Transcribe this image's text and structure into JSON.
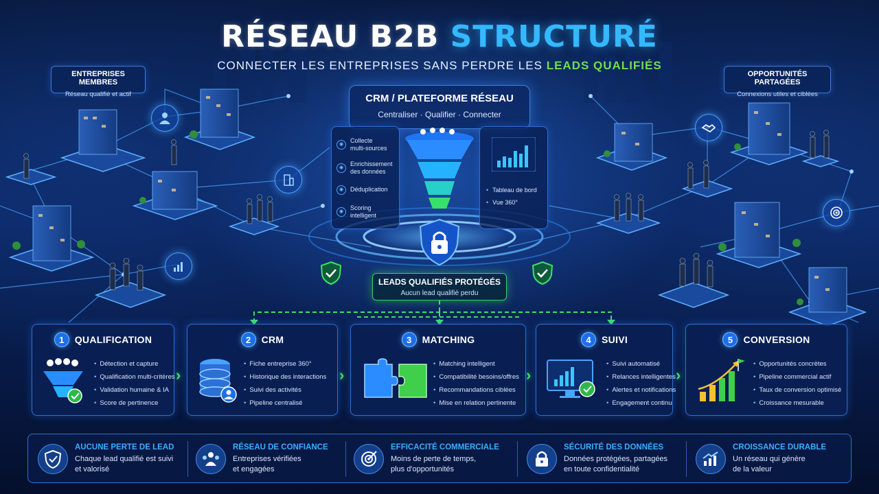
{
  "title": {
    "part1": "RÉSEAU B2B",
    "part2": "STRUCTURÉ"
  },
  "subtitle": {
    "part1": "CONNECTER LES ENTREPRISES SANS PERDRE LES",
    "part2": "LEADS QUALIFIÉS"
  },
  "left_box": {
    "title": "ENTREPRISES MEMBRES",
    "subtitle": "Réseau qualifié et actif"
  },
  "right_box": {
    "title": "OPPORTUNITÉS PARTAGÉES",
    "subtitle": "Connexions utiles et ciblées"
  },
  "crm": {
    "title": "CRM / PLATEFORME RÉSEAU",
    "subtitle": "Centraliser · Qualifier · Connecter",
    "left_features": [
      {
        "line1": "Collecte",
        "line2": "multi-sources"
      },
      {
        "line1": "Enrichissement",
        "line2": "des données"
      },
      {
        "line1": "Déduplication",
        "line2": ""
      },
      {
        "line1": "Scoring",
        "line2": "intelligent"
      }
    ],
    "right_features": [
      "Tableau de bord",
      "Vue 360°"
    ]
  },
  "leads": {
    "title": "LEADS QUALIFIÉS PROTÉGÉS",
    "subtitle": "Aucun lead qualifié perdu"
  },
  "steps": [
    {
      "num": "1",
      "name": "QUALIFICATION",
      "items": [
        "Détection et capture",
        "Qualification multi-critères",
        "Validation humaine & IA",
        "Score de pertinence"
      ]
    },
    {
      "num": "2",
      "name": "CRM",
      "items": [
        "Fiche entreprise 360°",
        "Historique des interactions",
        "Suivi des activités",
        "Pipeline centralisé"
      ]
    },
    {
      "num": "3",
      "name": "MATCHING",
      "items": [
        "Matching intelligent",
        "Compatibilité besoins/offres",
        "Recommandations ciblées",
        "Mise en relation pertinente"
      ]
    },
    {
      "num": "4",
      "name": "SUIVI",
      "items": [
        "Suivi automatisé",
        "Relances intelligentes",
        "Alertes et notifications",
        "Engagement continu"
      ]
    },
    {
      "num": "5",
      "name": "CONVERSION",
      "items": [
        "Opportunités concrètes",
        "Pipeline commercial actif",
        "Taux de conversion optimisé",
        "Croissance mesurable"
      ]
    }
  ],
  "benefits": [
    {
      "title": "AUCUNE PERTE DE LEAD",
      "line1": "Chaque lead qualifié est suivi",
      "line2": "et valorisé",
      "icon": "shield-check-icon"
    },
    {
      "title": "RÉSEAU DE CONFIANCE",
      "line1": "Entreprises vérifiées",
      "line2": "et engagées",
      "icon": "people-network-icon"
    },
    {
      "title": "EFFICACITÉ COMMERCIALE",
      "line1": "Moins de perte de temps,",
      "line2": "plus d'opportunités",
      "icon": "target-icon"
    },
    {
      "title": "SÉCURITÉ DES DONNÉES",
      "line1": "Données protégées, partagées",
      "line2": "en toute confidentialité",
      "icon": "padlock-icon"
    },
    {
      "title": "CROISSANCE DURABLE",
      "line1": "Un réseau qui génère",
      "line2": "de la valeur",
      "icon": "growth-chart-icon"
    }
  ],
  "colors": {
    "accent_blue": "#34b8ff",
    "accent_green": "#6ce04f",
    "background": "#0a2258"
  }
}
